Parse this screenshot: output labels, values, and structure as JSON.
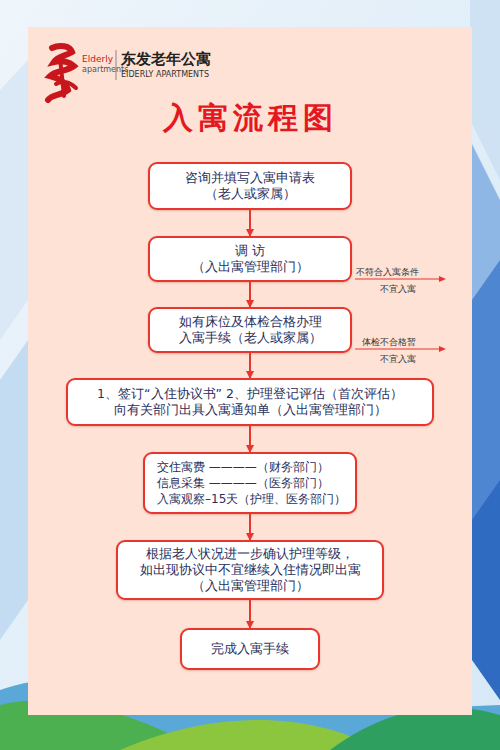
{
  "diagram": {
    "title": "入寓流程图",
    "nodes": [
      {
        "text": [
          "咨询并填写入寓申请表 （老人或家属）"
        ]
      },
      {
        "text": [
          "调 访 （入出寓管理部门）"
        ]
      },
      {
        "text": [
          "如有床位及体检合格办理 入寓手续（老人或家属）"
        ]
      },
      {
        "text": [
          "1、签订“入住协议书” 2、护理登记评估（首次评估） 向有关部门出具入寓通知单（入出寓管理部门）"
        ]
      },
      {
        "text": [
          "交住寓费 ————（财务部门）",
          "信息采集 ————（医务部门）",
          "入寓观察–15天（护理、医务部门）"
        ]
      },
      {
        "text": [
          "根据老人状况进一步确认护理等级， 如出现协议中不宜继续入住情况即出寓 （入出寓管理部门）"
        ]
      },
      {
        "text": [
          "完成入寓手续"
        ]
      }
    ],
    "edges": [
      {
        "from": 0,
        "to": 1,
        "arrow": "to"
      },
      {
        "from": 1,
        "to": 2,
        "arrow": "to"
      },
      {
        "from": 2,
        "to": 3,
        "arrow": "to"
      },
      {
        "from": 3,
        "to": 4,
        "arrow": "to"
      },
      {
        "from": 4,
        "to": 5,
        "arrow": "to"
      },
      {
        "from": 5,
        "to": 6,
        "arrow": "to"
      }
    ],
    "labels": [
      "Elderly",
      "apartments",
      "东发老年公寓",
      "EIDERLY APARTMENTS",
      "不符合入寓条件",
      "不宜入寓",
      "体检不合格暂",
      "不宜入寓"
    ]
  }
}
